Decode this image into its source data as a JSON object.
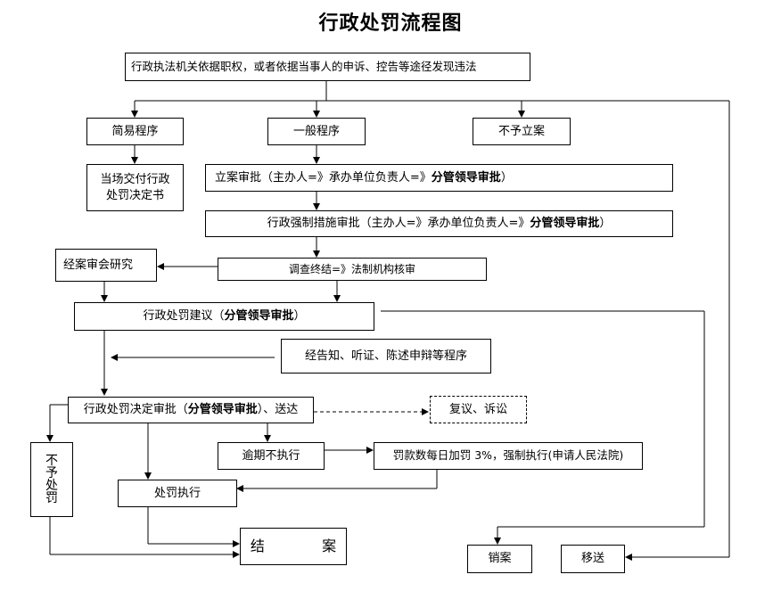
{
  "title": "行政处罚流程图",
  "nodes": {
    "discover": "行政执法机关依据职权，或者依据当事人的申诉、控告等途径发现违法",
    "simple": "简易程序",
    "general": "一般程序",
    "no_case": "不予立案",
    "spot_decision_1": "当场交付行政",
    "spot_decision_2": "处罚决定书",
    "filing_pre": "立案审批（主办人=》承办单位负责人=》",
    "filing_bold": "分管领导审批",
    "filing_post": "）",
    "coercive_pre": "行政强制措施审批（主办人=》承办单位负责人=》",
    "coercive_bold": "分管领导审批",
    "coercive_post": "）",
    "investigation": "调查终结=》法制机构核审",
    "committee": "经案审会研究",
    "proposal_pre": "行政处罚建议（",
    "proposal_bold": "分管领导审批",
    "proposal_post": "）",
    "notice": "经告知、听证、陈述申辩等程序",
    "decision_pre": "行政处罚决定审批（",
    "decision_bold": "分管领导审批",
    "decision_post": "）、送达",
    "review": "复议、诉讼",
    "overdue": "逾期不执行",
    "fine": "罚款数每日加罚 3%，强制执行(申请人民法院)",
    "no_penalty_chars": [
      "不",
      "予",
      "处",
      "罚"
    ],
    "execute": "处罚执行",
    "close": "结  案",
    "cancel": "销案",
    "transfer": "移送"
  },
  "colors": {
    "line": "#000000",
    "background": "#ffffff"
  }
}
